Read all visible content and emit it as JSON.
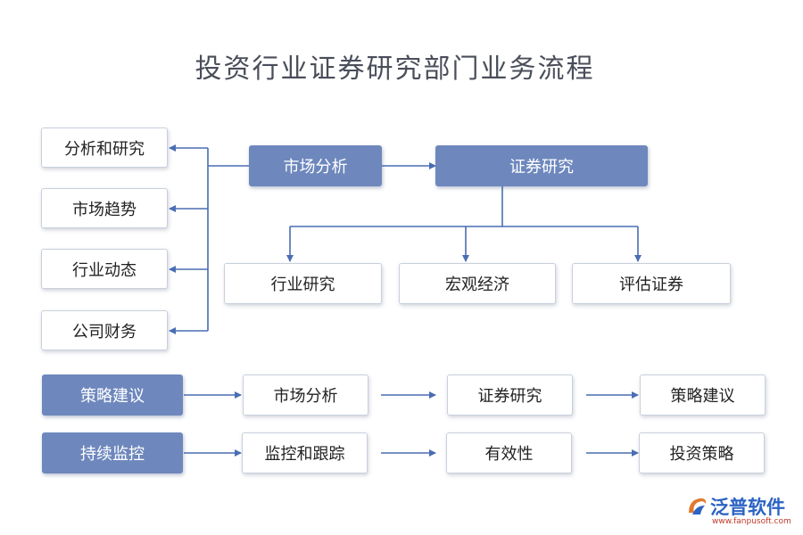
{
  "title": "投资行业证券研究部门业务流程",
  "colors": {
    "accent": "#6e88bd",
    "arrow": "#4a6db3",
    "border": "#c9d0dc"
  },
  "left_column": {
    "items": [
      "分析和研究",
      "市场趋势",
      "行业动态",
      "公司财务"
    ]
  },
  "top_flow": {
    "market_analysis": "市场分析",
    "securities_research": "证券研究",
    "branches": [
      "行业研究",
      "宏观经济",
      "评估证券"
    ]
  },
  "row_strategy": {
    "label": "策略建议",
    "steps": [
      "市场分析",
      "证券研究",
      "策略建议"
    ]
  },
  "row_monitor": {
    "label": "持续监控",
    "steps": [
      "监控和跟踪",
      "有效性",
      "投资策略"
    ]
  },
  "logo": {
    "name": "泛普软件",
    "url": "www.fanpusoft.com",
    "icon": "fanpu-logo-icon"
  }
}
